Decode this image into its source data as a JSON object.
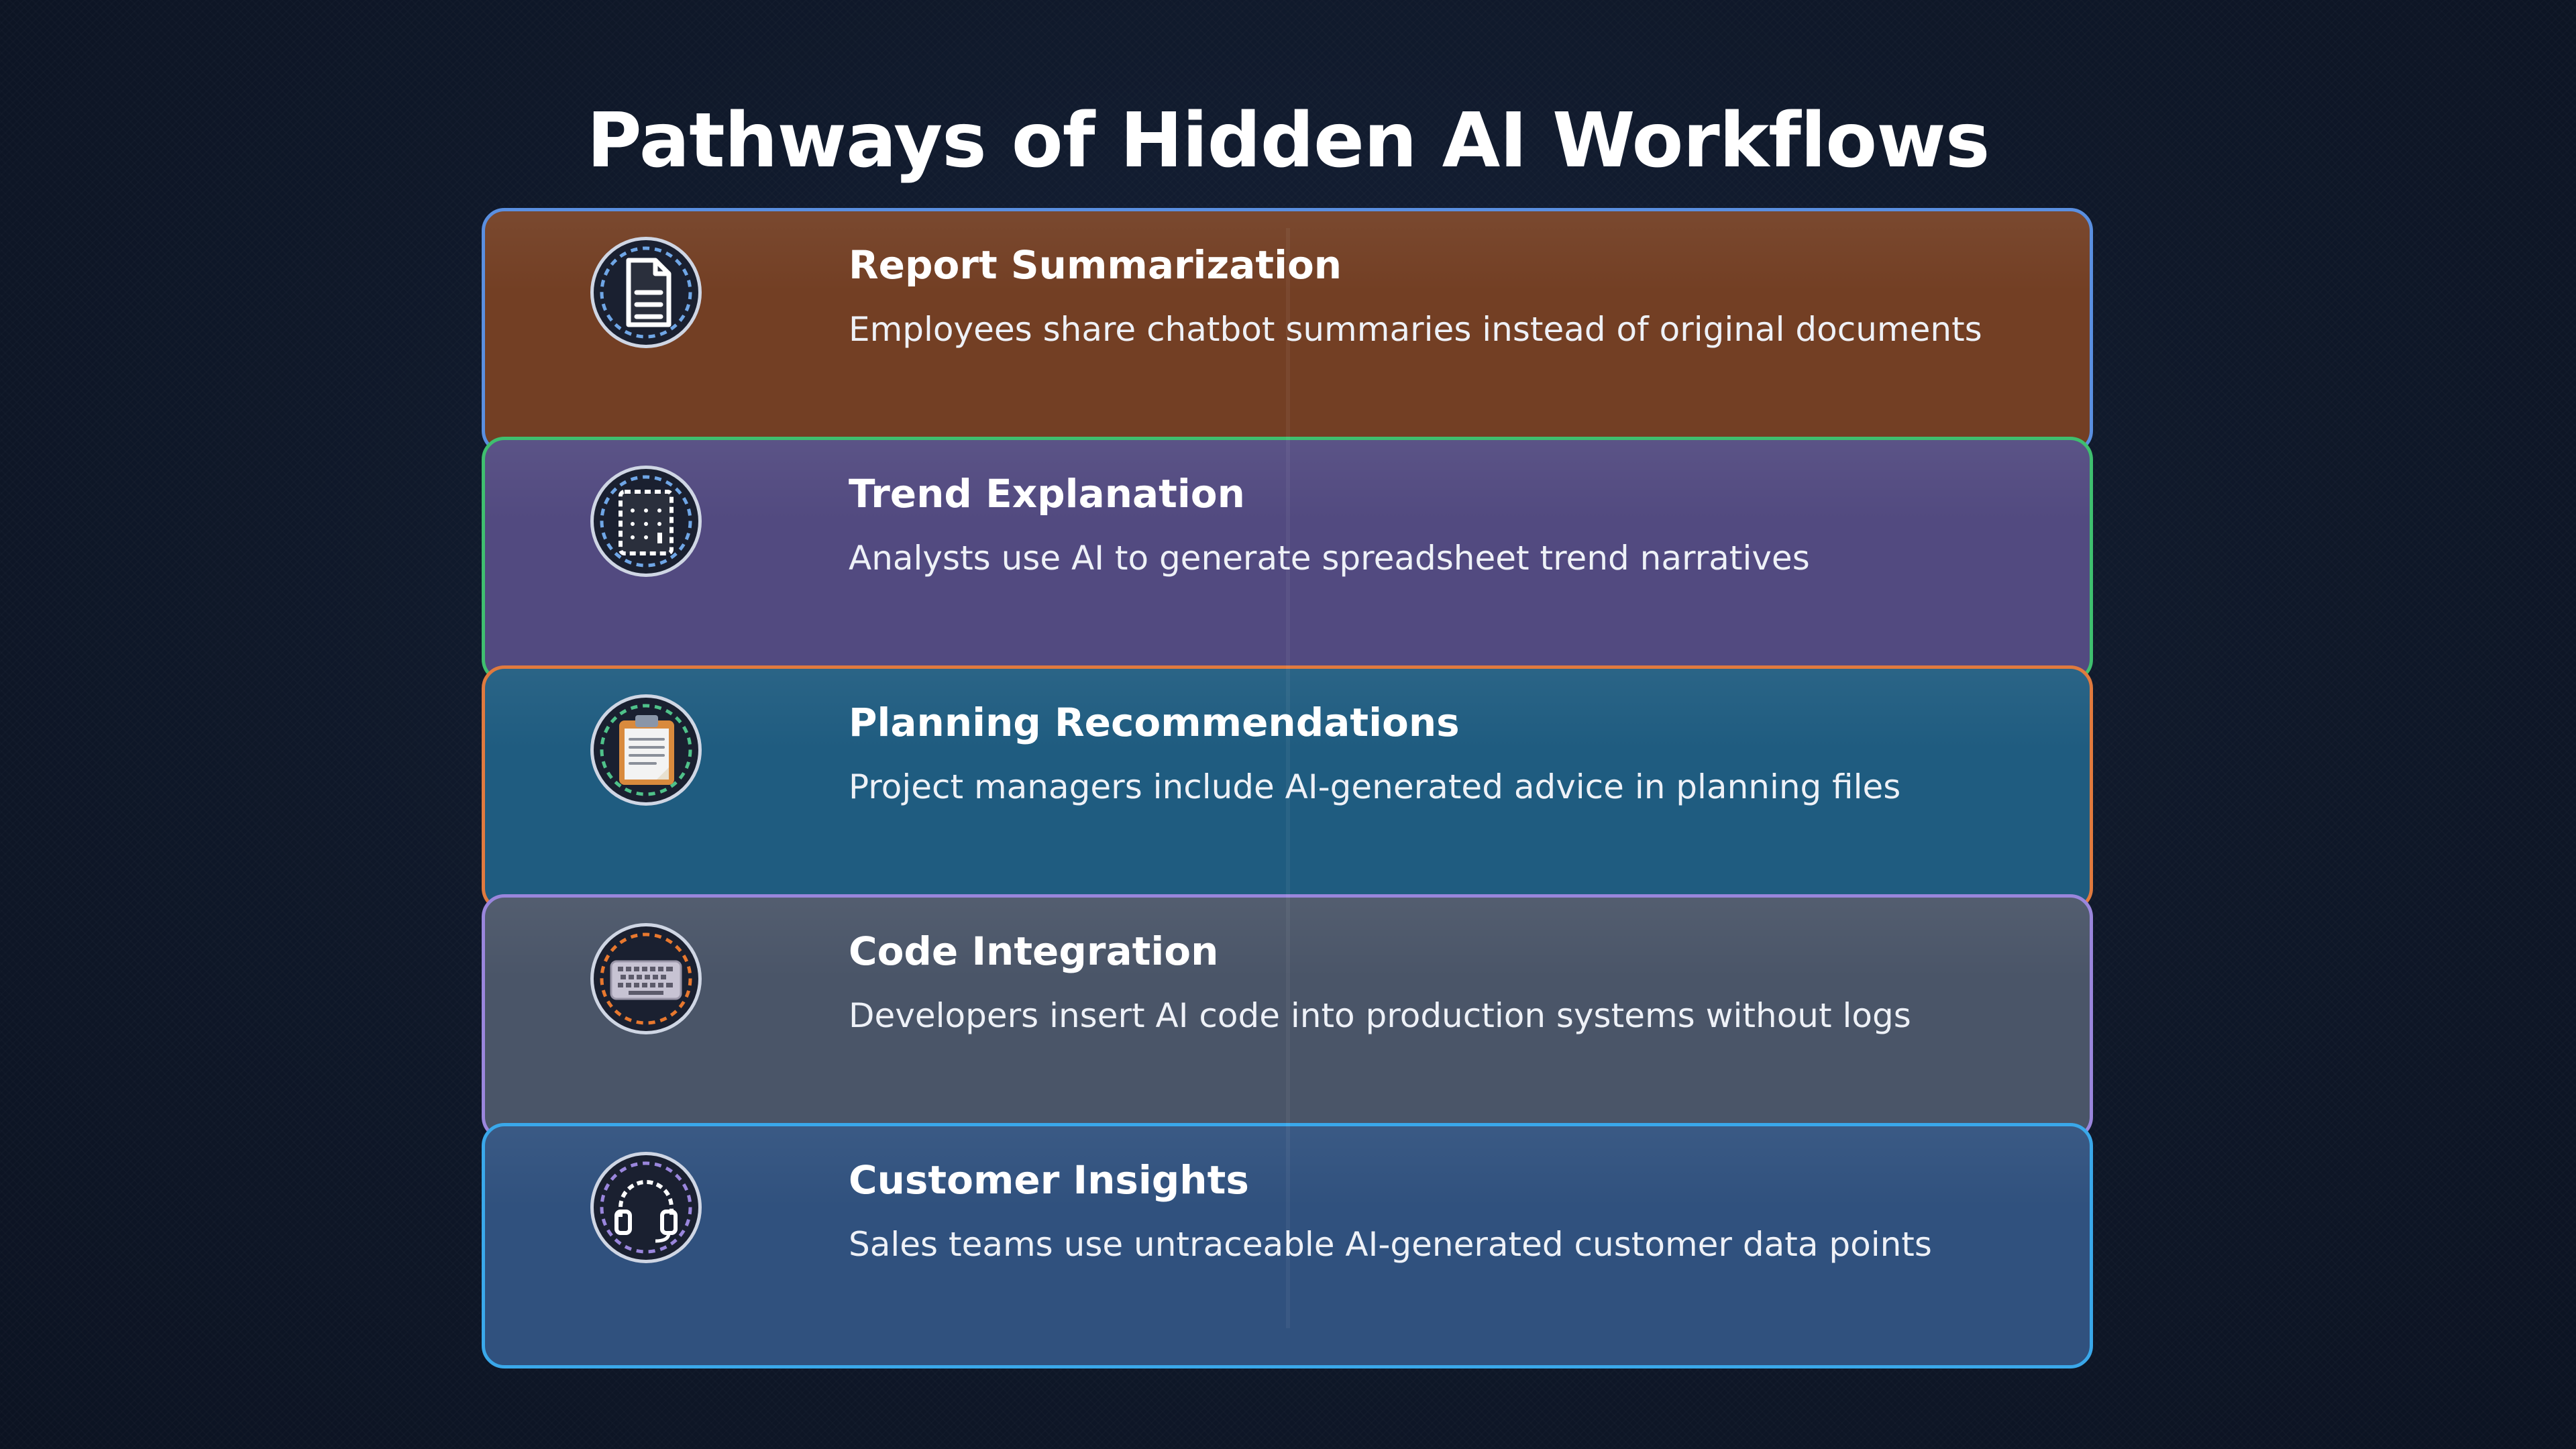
{
  "title": "Pathways of Hidden AI Workflows",
  "cards": [
    {
      "title": "Report Summarization",
      "description": "Employees share chatbot summaries instead of original documents",
      "icon": "document-icon",
      "fill": "#733f24",
      "border": "#5a8fe0"
    },
    {
      "title": "Trend Explanation",
      "description": "Analysts use AI to generate spreadsheet trend narratives",
      "icon": "spreadsheet-icon",
      "fill": "#524a80",
      "border": "#3fbf6f"
    },
    {
      "title": "Planning Recommendations",
      "description": "Project managers include AI-generated advice in planning files",
      "icon": "clipboard-icon",
      "fill": "#1f5c80",
      "border": "#e07a3e"
    },
    {
      "title": "Code Integration",
      "description": "Developers insert AI code into production systems without logs",
      "icon": "keyboard-icon",
      "fill": "#4a5568",
      "border": "#9a86dc"
    },
    {
      "title": "Customer Insights",
      "description": "Sales teams use untraceable AI-generated customer data points",
      "icon": "headset-icon",
      "fill": "#30517e",
      "border": "#3aa8ea"
    }
  ]
}
